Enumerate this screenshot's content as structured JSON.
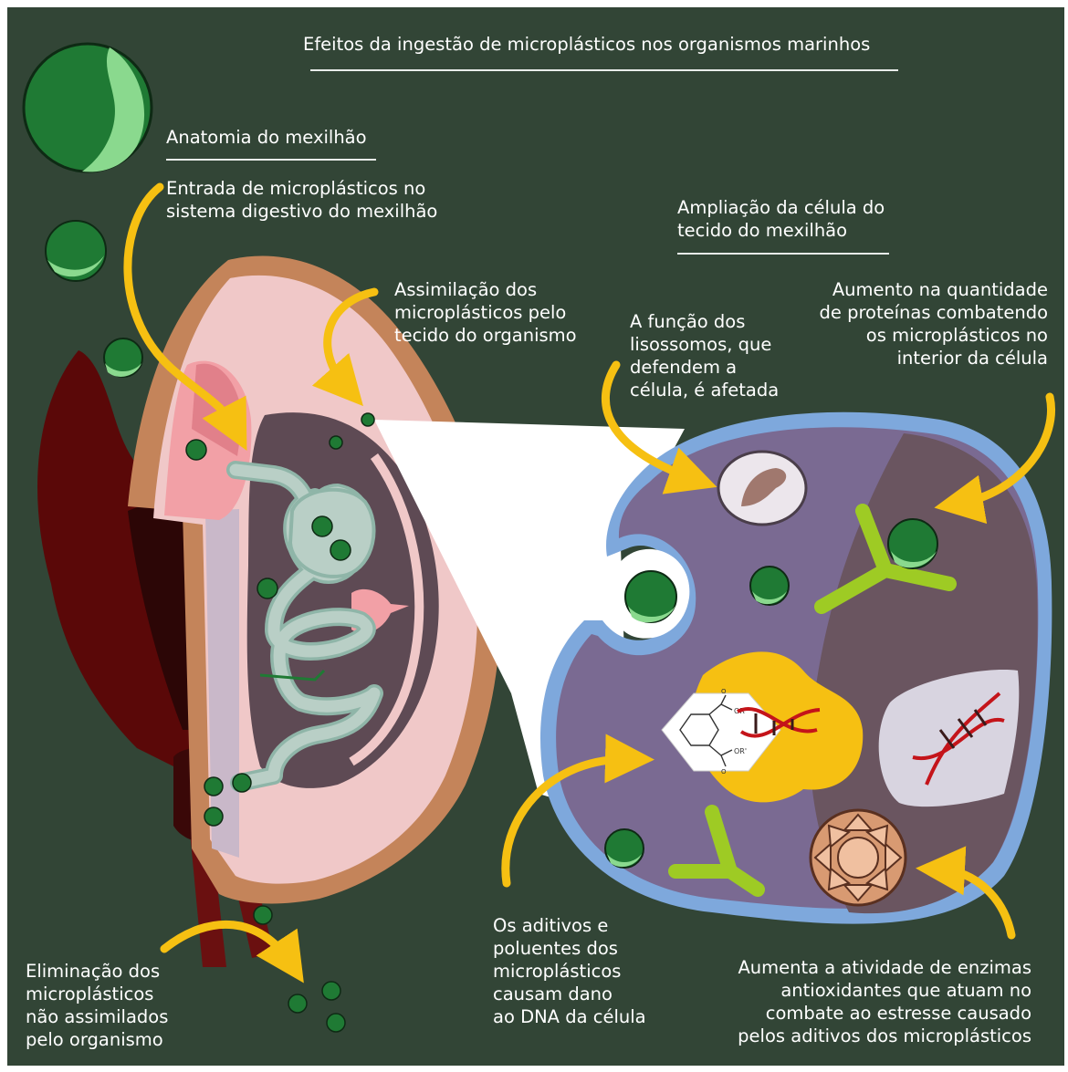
{
  "title": "Efeitos da ingestão de microplásticos nos organismos marinhos",
  "labels": {
    "anatomia": "Anatomia do mexilhão",
    "entrada_1": "Entrada de microplásticos no",
    "entrada_2": "sistema digestivo do mexilhão",
    "ampliacao_1": "Ampliação da célula do",
    "ampliacao_2": "tecido do mexilhão",
    "assimilacao_1": "Assimilação dos",
    "assimilacao_2": "microplásticos pelo",
    "assimilacao_3": "tecido do organismo",
    "lisossomos_1": "A função dos",
    "lisossomos_2": "lisossomos, que",
    "lisossomos_3": "defendem a",
    "lisossomos_4": "célula, é afetada",
    "proteinas_1": "Aumento na quantidade",
    "proteinas_2": "de proteínas combatendo",
    "proteinas_3": "os microplásticos no",
    "proteinas_4": "interior da célula",
    "eliminacao_1": "Eliminação dos",
    "eliminacao_2": "microplásticos",
    "eliminacao_3": "não assimilados",
    "eliminacao_4": "pelo organismo",
    "aditivos_1": "Os aditivos e",
    "aditivos_2": "poluentes dos",
    "aditivos_3": "microplásticos",
    "aditivos_4": "causam dano",
    "aditivos_5": "ao DNA da célula",
    "enzimas_1": "Aumenta a atividade de enzimas",
    "enzimas_2": "antioxidantes  que atuam no",
    "enzimas_3": "combate ao estresse causado",
    "enzimas_4": "pelos aditivos dos microplásticos"
  },
  "molecule": {
    "group_top": "OR",
    "group_bottom": "OR'",
    "oxygen": "O"
  },
  "colors": {
    "background": "#324536",
    "arrow": "#f6c012",
    "shell": "#c4845a",
    "tissue": "#f0c8c8",
    "cytoplasm": "#7a6a92",
    "cell_membrane": "#7ea8dc",
    "microplastic_dark": "#1f7a34",
    "microplastic_light": "#8ad98e"
  }
}
